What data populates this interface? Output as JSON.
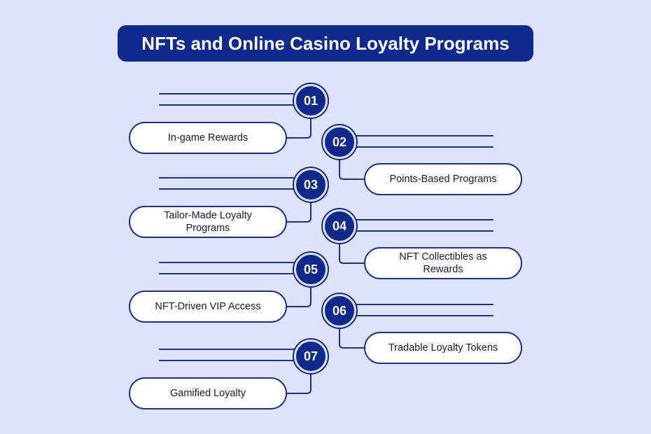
{
  "title": "NFTs and Online Casino Loyalty Programs",
  "colors": {
    "background": "#dfe2fb",
    "primary": "#0f2a8c",
    "line": "#1c2f92",
    "pill": "#ffffff"
  },
  "steps": [
    {
      "number": "01",
      "label": "In-game Rewards"
    },
    {
      "number": "02",
      "label": "Points-Based Programs"
    },
    {
      "number": "03",
      "label": "Tailor-Made Loyalty\nPrograms"
    },
    {
      "number": "04",
      "label": "NFT Collectibles as\nRewards"
    },
    {
      "number": "05",
      "label": "NFT-Driven VIP Access"
    },
    {
      "number": "06",
      "label": "Tradable Loyalty Tokens"
    },
    {
      "number": "07",
      "label": "Gamified Loyalty"
    }
  ]
}
